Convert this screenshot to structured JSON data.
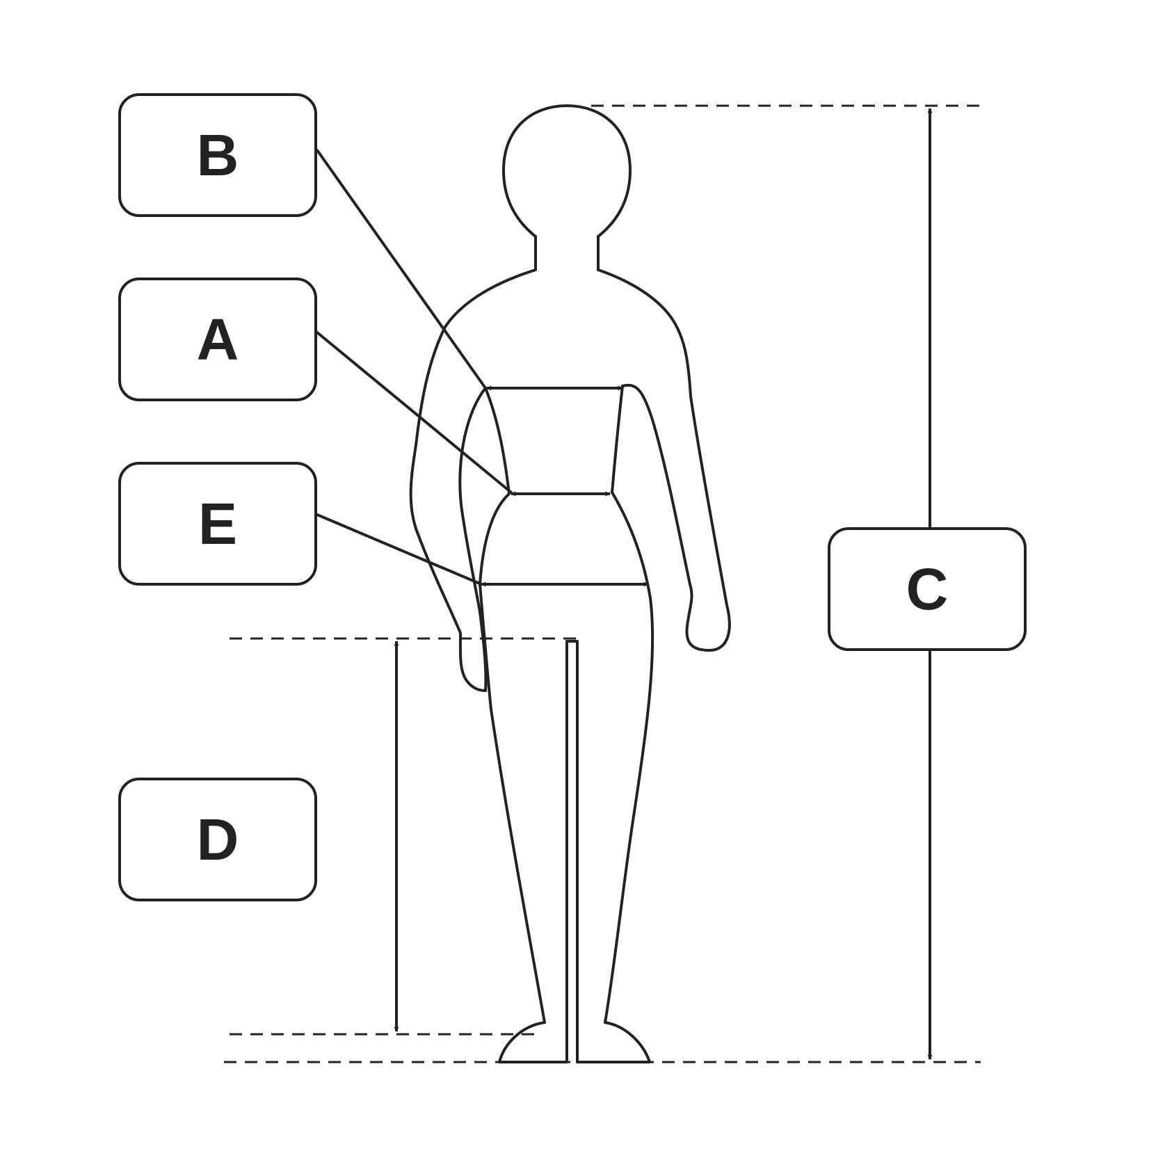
{
  "labels": {
    "b": "B",
    "a": "A",
    "e": "E",
    "d": "D",
    "c": "C"
  },
  "colors": {
    "stroke": "#222222",
    "background": "#ffffff"
  }
}
